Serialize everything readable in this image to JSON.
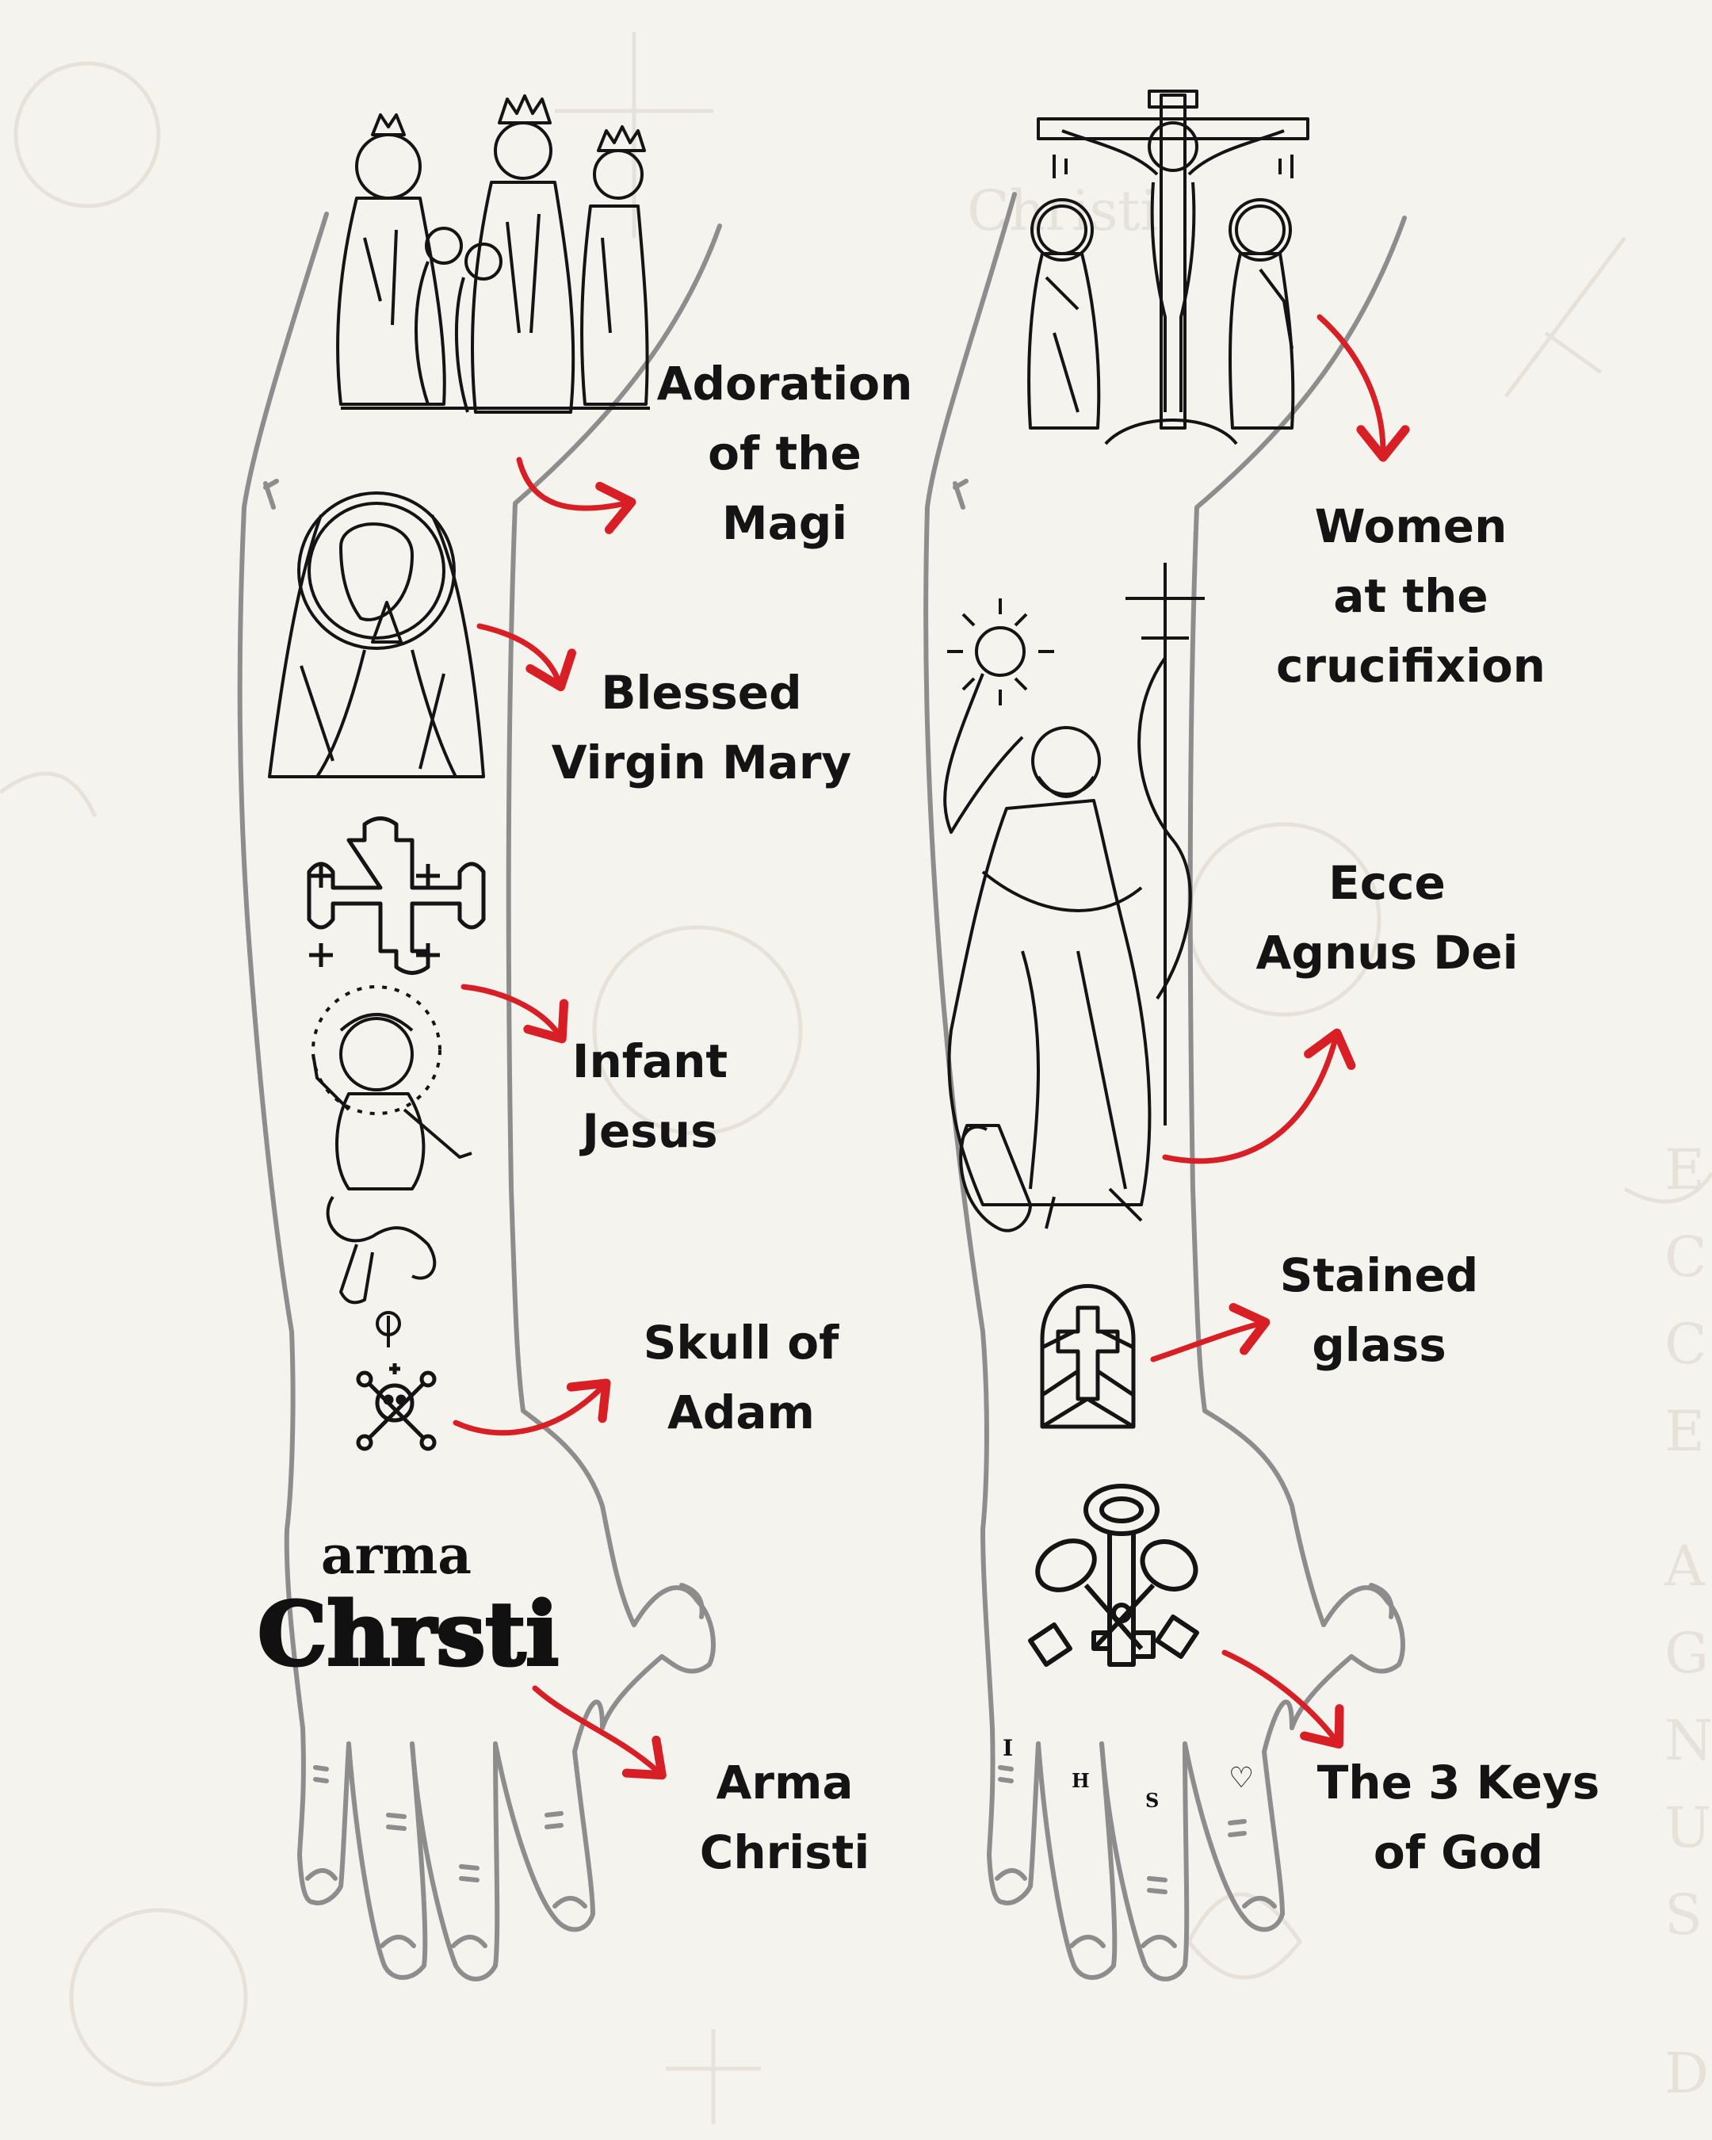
{
  "colors": {
    "background": "#f5f3ee",
    "outline": "#8d8d8d",
    "arrow": "#d91f26",
    "ink": "#141414",
    "watermark": "#e6e2da"
  },
  "labels": {
    "adoration": {
      "line1": "Adoration",
      "line2": "of the",
      "line3": "Magi"
    },
    "virgin_mary": {
      "line1": "Blessed",
      "line2": "Virgin Mary"
    },
    "infant_jesus": {
      "line1": "Infant",
      "line2": "Jesus"
    },
    "skull_adam": {
      "line1": "Skull of",
      "line2": "Adam"
    },
    "arma_christi": {
      "line1": "Arma",
      "line2": "Christi"
    },
    "women": {
      "line1": "Women",
      "line2": "at the",
      "line3": "crucifixion"
    },
    "ecce": {
      "line1": "Ecce",
      "line2": "Agnus Dei"
    },
    "stained": {
      "line1": "Stained",
      "line2": "glass"
    },
    "keys": {
      "line1": "The 3 Keys",
      "line2": "of God"
    }
  },
  "tattoo_text": {
    "arma": "arma",
    "christi": "Chrsti",
    "ihs_letters": [
      "I",
      "H",
      "S"
    ],
    "heart": "♡"
  },
  "watermark": {
    "side_letters": [
      "E",
      "C",
      "C",
      "E",
      "A",
      "G",
      "N",
      "U",
      "S",
      "D"
    ]
  },
  "icons": [
    "adoration-magi-icon",
    "virgin-mary-icon",
    "jerusalem-cross-icon",
    "infant-jesus-icon",
    "skull-crossbones-icon",
    "crucifixion-icon",
    "john-baptist-icon",
    "stained-glass-icon",
    "three-keys-icon"
  ]
}
